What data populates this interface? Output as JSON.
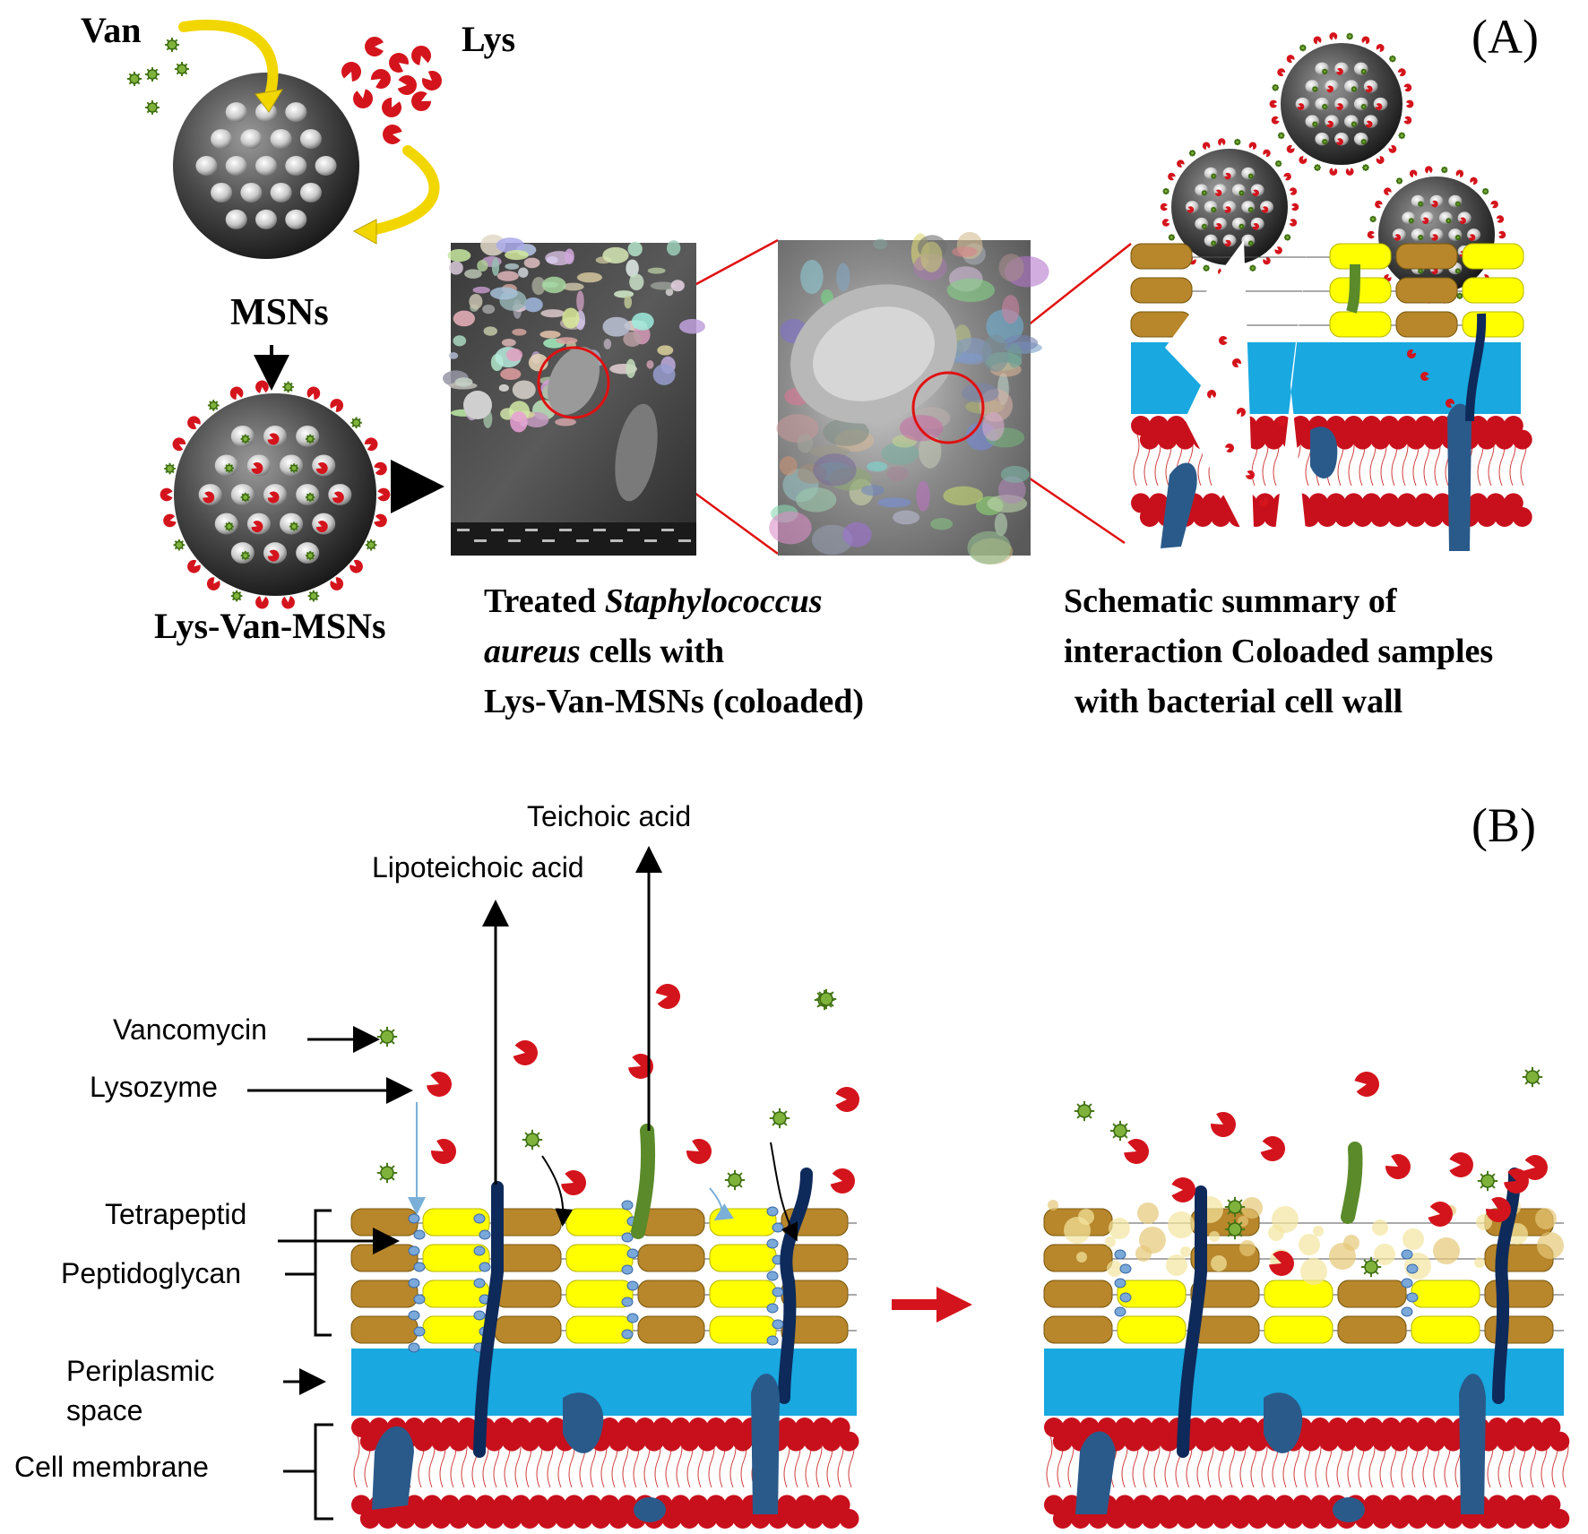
{
  "panel_a": {
    "letter": "(A)",
    "van_label": "Van",
    "lys_label": "Lys",
    "msns_label": "MSNs",
    "lys_van_msns_label": "Lys-Van-MSNs",
    "sem_caption": {
      "line1_prefix": "Treated ",
      "line1_italic": "Staphylococcus",
      "line2_italic": "aureus",
      "line2_suffix": " cells with",
      "line3": "Lys-Van-MSNs (coloaded)"
    },
    "schematic_caption": {
      "line1": "Schematic summary of",
      "line2": "interaction Coloaded samples",
      "line3": "with bacterial cell wall"
    }
  },
  "panel_b": {
    "letter": "(B)",
    "labels": {
      "teichoic_acid": "Teichoic acid",
      "lipoteichoic_acid": "Lipoteichoic acid",
      "vancomycin": "Vancomycin",
      "lysozyme": "Lysozyme",
      "tetrapeptid": "Tetrapeptid",
      "peptidoglycan": "Peptidoglycan",
      "periplasmic_line1": "Periplasmic",
      "periplasmic_line2": "space",
      "cell_membrane": "Cell membrane"
    }
  },
  "colors": {
    "lysozyme_red": "#d4141c",
    "vancomycin_green": "#7fb23a",
    "peptidoglycan_brown": "#b8862b",
    "peptidoglycan_yellow": "#ffff00",
    "periplasm_blue": "#19a8e0",
    "membrane_red": "#c8101c",
    "protein_navy": "#2a5a8a",
    "lta_navy": "#0e2a5a",
    "teichoic_green": "#5a8a2a",
    "arrow_yellow": "#f2d600",
    "sem_link_red": "#e01010"
  }
}
